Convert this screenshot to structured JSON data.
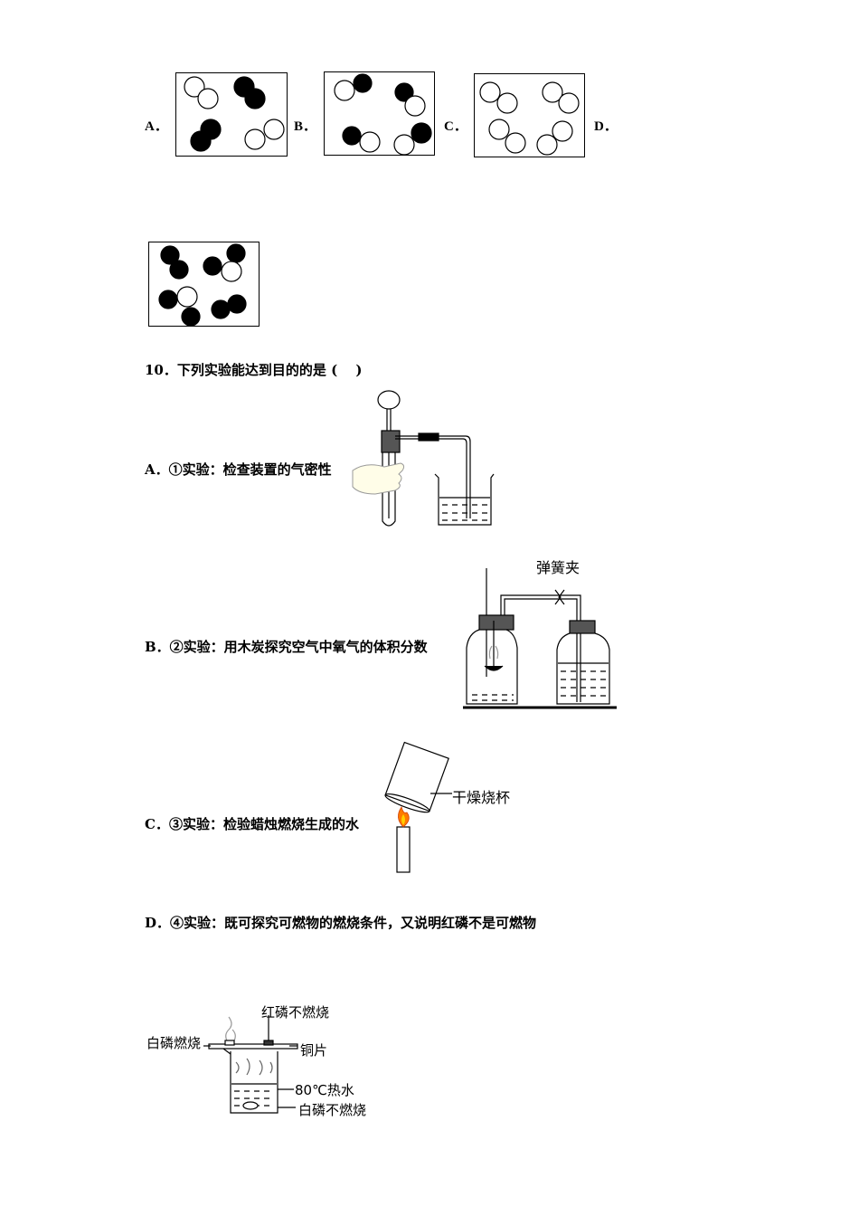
{
  "particle_options": {
    "a": {
      "letter": "A．"
    },
    "b": {
      "letter": "B．"
    },
    "c": {
      "letter": "C．"
    },
    "d": {
      "letter": "D．"
    }
  },
  "q10": {
    "stem": "10．下列实验能达到目的的是 (　 )",
    "option_a": {
      "text": "A．①实验：检查装置的气密性"
    },
    "option_b": {
      "text": "B．②实验：用木炭探究空气中氧气的体积分数",
      "label_clip": "弹簧夹"
    },
    "option_c": {
      "text": "C．③实验：检验蜡烛燃烧生成的水",
      "label_beaker": "干燥烧杯"
    },
    "option_d": {
      "text": "D．④实验：既可探究可燃物的燃烧条件，又说明红磷不是可燃物",
      "label_red_p": "红磷不燃烧",
      "label_white_p_burn": "白磷燃烧",
      "label_copper": "铜片",
      "label_hot_water": "80℃热水",
      "label_white_p_no_burn": "白磷不燃烧"
    }
  }
}
